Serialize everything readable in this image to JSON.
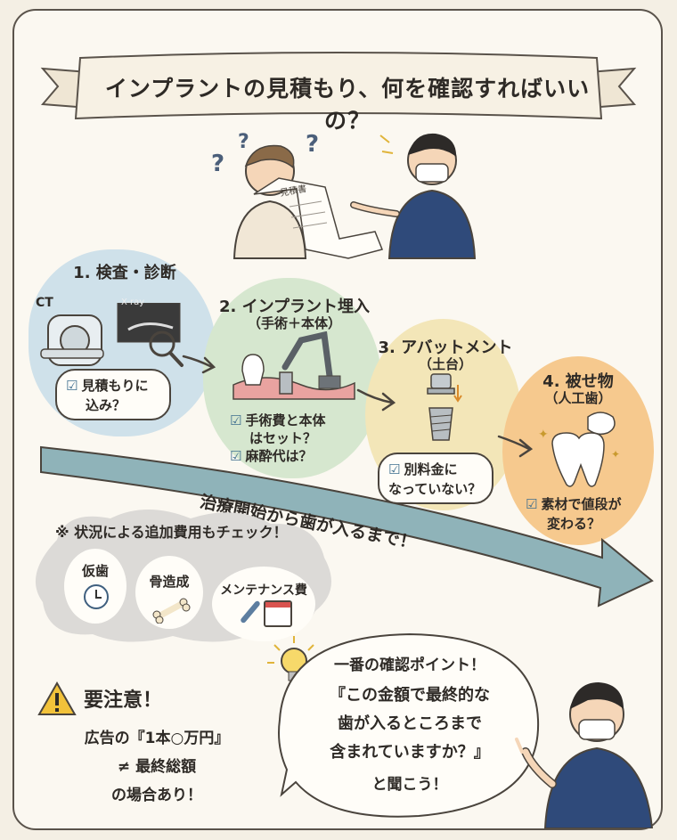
{
  "title": "インプラントの見積もり、何を確認すればいいの？",
  "estimate_doc_label": "見積書",
  "steps": [
    {
      "title": "1. 検査・診断",
      "check1": "見積もりに",
      "check1b": "込み？",
      "ct_label": "CT",
      "xray_label": "X-ray"
    },
    {
      "title": "2. インプラント埋入",
      "subtitle": "（手術＋本体）",
      "check1": "手術費と本体",
      "check1b": "はセット？",
      "check2": "麻酔代は？"
    },
    {
      "title": "3. アバットメント",
      "subtitle": "（土台）",
      "check1": "別料金に",
      "check1b": "なっていない？"
    },
    {
      "title": "4. 被せ物",
      "subtitle": "（人工歯）",
      "check1": "素材で値段が",
      "check1b": "変わる？"
    }
  ],
  "timeline_label": "治療開始から歯が入るまで！",
  "extra_costs": {
    "note": "※ 状況による追加費用もチェック！",
    "items": [
      "仮歯",
      "骨造成",
      "メンテナンス費"
    ]
  },
  "warning": {
    "title": "要注意！",
    "line1": "広告の『1本○万円』",
    "line2": "≠ 最終総額",
    "line3": "の場合あり！"
  },
  "key_point": {
    "line1": "一番の確認ポイント！",
    "line2": "『この金額で最終的な",
    "line3": "歯が入るところまで",
    "line4": "含まれていますか？』",
    "line5": "と聞こう！"
  },
  "colors": {
    "step1": "#cfe1ea",
    "step2": "#d6e7cf",
    "step3": "#f3e6b8",
    "step4": "#f6c98e",
    "arrow": "#8fb3b9",
    "cloud": "#dcdad7",
    "scrub": "#2f4a7a"
  }
}
